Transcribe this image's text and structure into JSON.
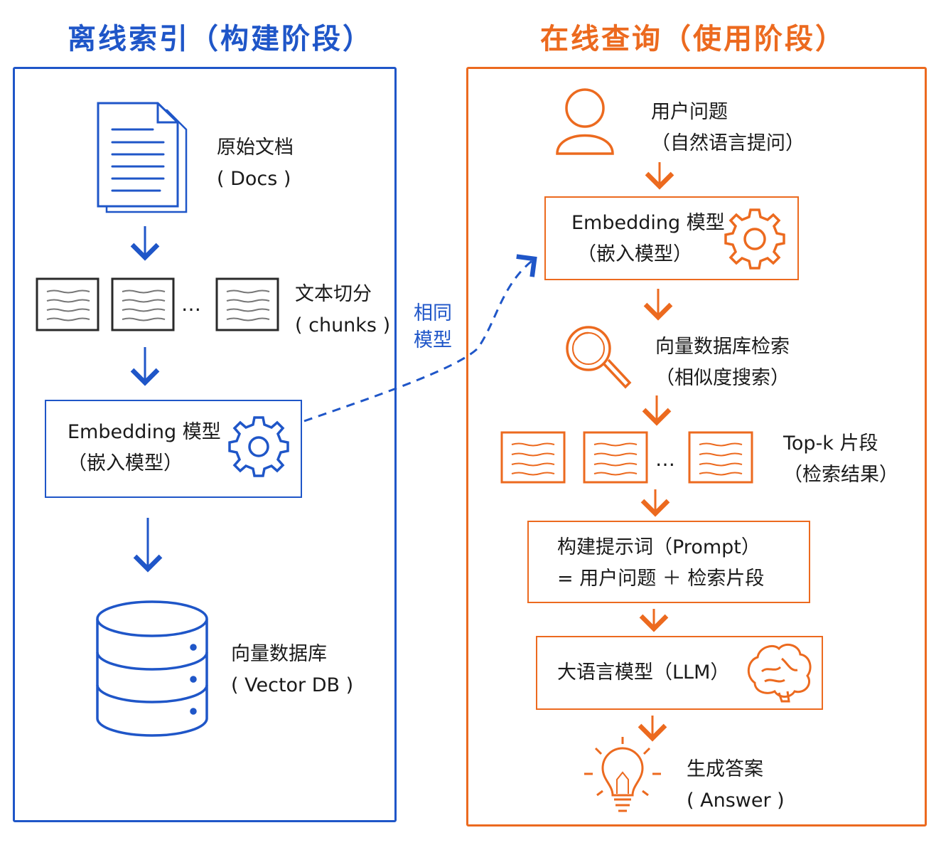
{
  "colors": {
    "offline": "#1f56c8",
    "online": "#ec6a1f",
    "text": "#1a1a1a"
  },
  "offline": {
    "title": "离线索引（构建阶段）",
    "docs": {
      "icon": "document-icon",
      "line1": "原始文档",
      "line2": "( Docs )"
    },
    "chunks": {
      "icon": "text-chunk-icon",
      "ellipsis": "…",
      "line1": "文本切分",
      "line2": "( chunks )"
    },
    "embedding": {
      "icon": "gear-icon",
      "line1": "Embedding 模型",
      "line2": "（嵌入模型）"
    },
    "vectordb": {
      "icon": "database-icon",
      "line1": "向量数据库",
      "line2": "( Vector DB )"
    }
  },
  "link_label": {
    "line1": "相同",
    "line2": "模型"
  },
  "online": {
    "title": "在线查询（使用阶段）",
    "question": {
      "icon": "user-icon",
      "line1": "用户问题",
      "line2": "（自然语言提问）"
    },
    "embedding": {
      "icon": "gear-icon",
      "line1": "Embedding 模型",
      "line2": "（嵌入模型）"
    },
    "search": {
      "icon": "magnifier-icon",
      "line1": "向量数据库检索",
      "line2": "（相似度搜索）"
    },
    "topk": {
      "icon": "text-chunk-icon",
      "ellipsis": "…",
      "line1": "Top-k 片段",
      "line2": "（检索结果）"
    },
    "prompt": {
      "line1": "构建提示词（Prompt）",
      "line2": "= 用户问题 ＋ 检索片段"
    },
    "llm": {
      "icon": "brain-icon",
      "line1": "大语言模型（LLM）"
    },
    "answer": {
      "icon": "lightbulb-icon",
      "line1": "生成答案",
      "line2": "( Answer )"
    }
  }
}
